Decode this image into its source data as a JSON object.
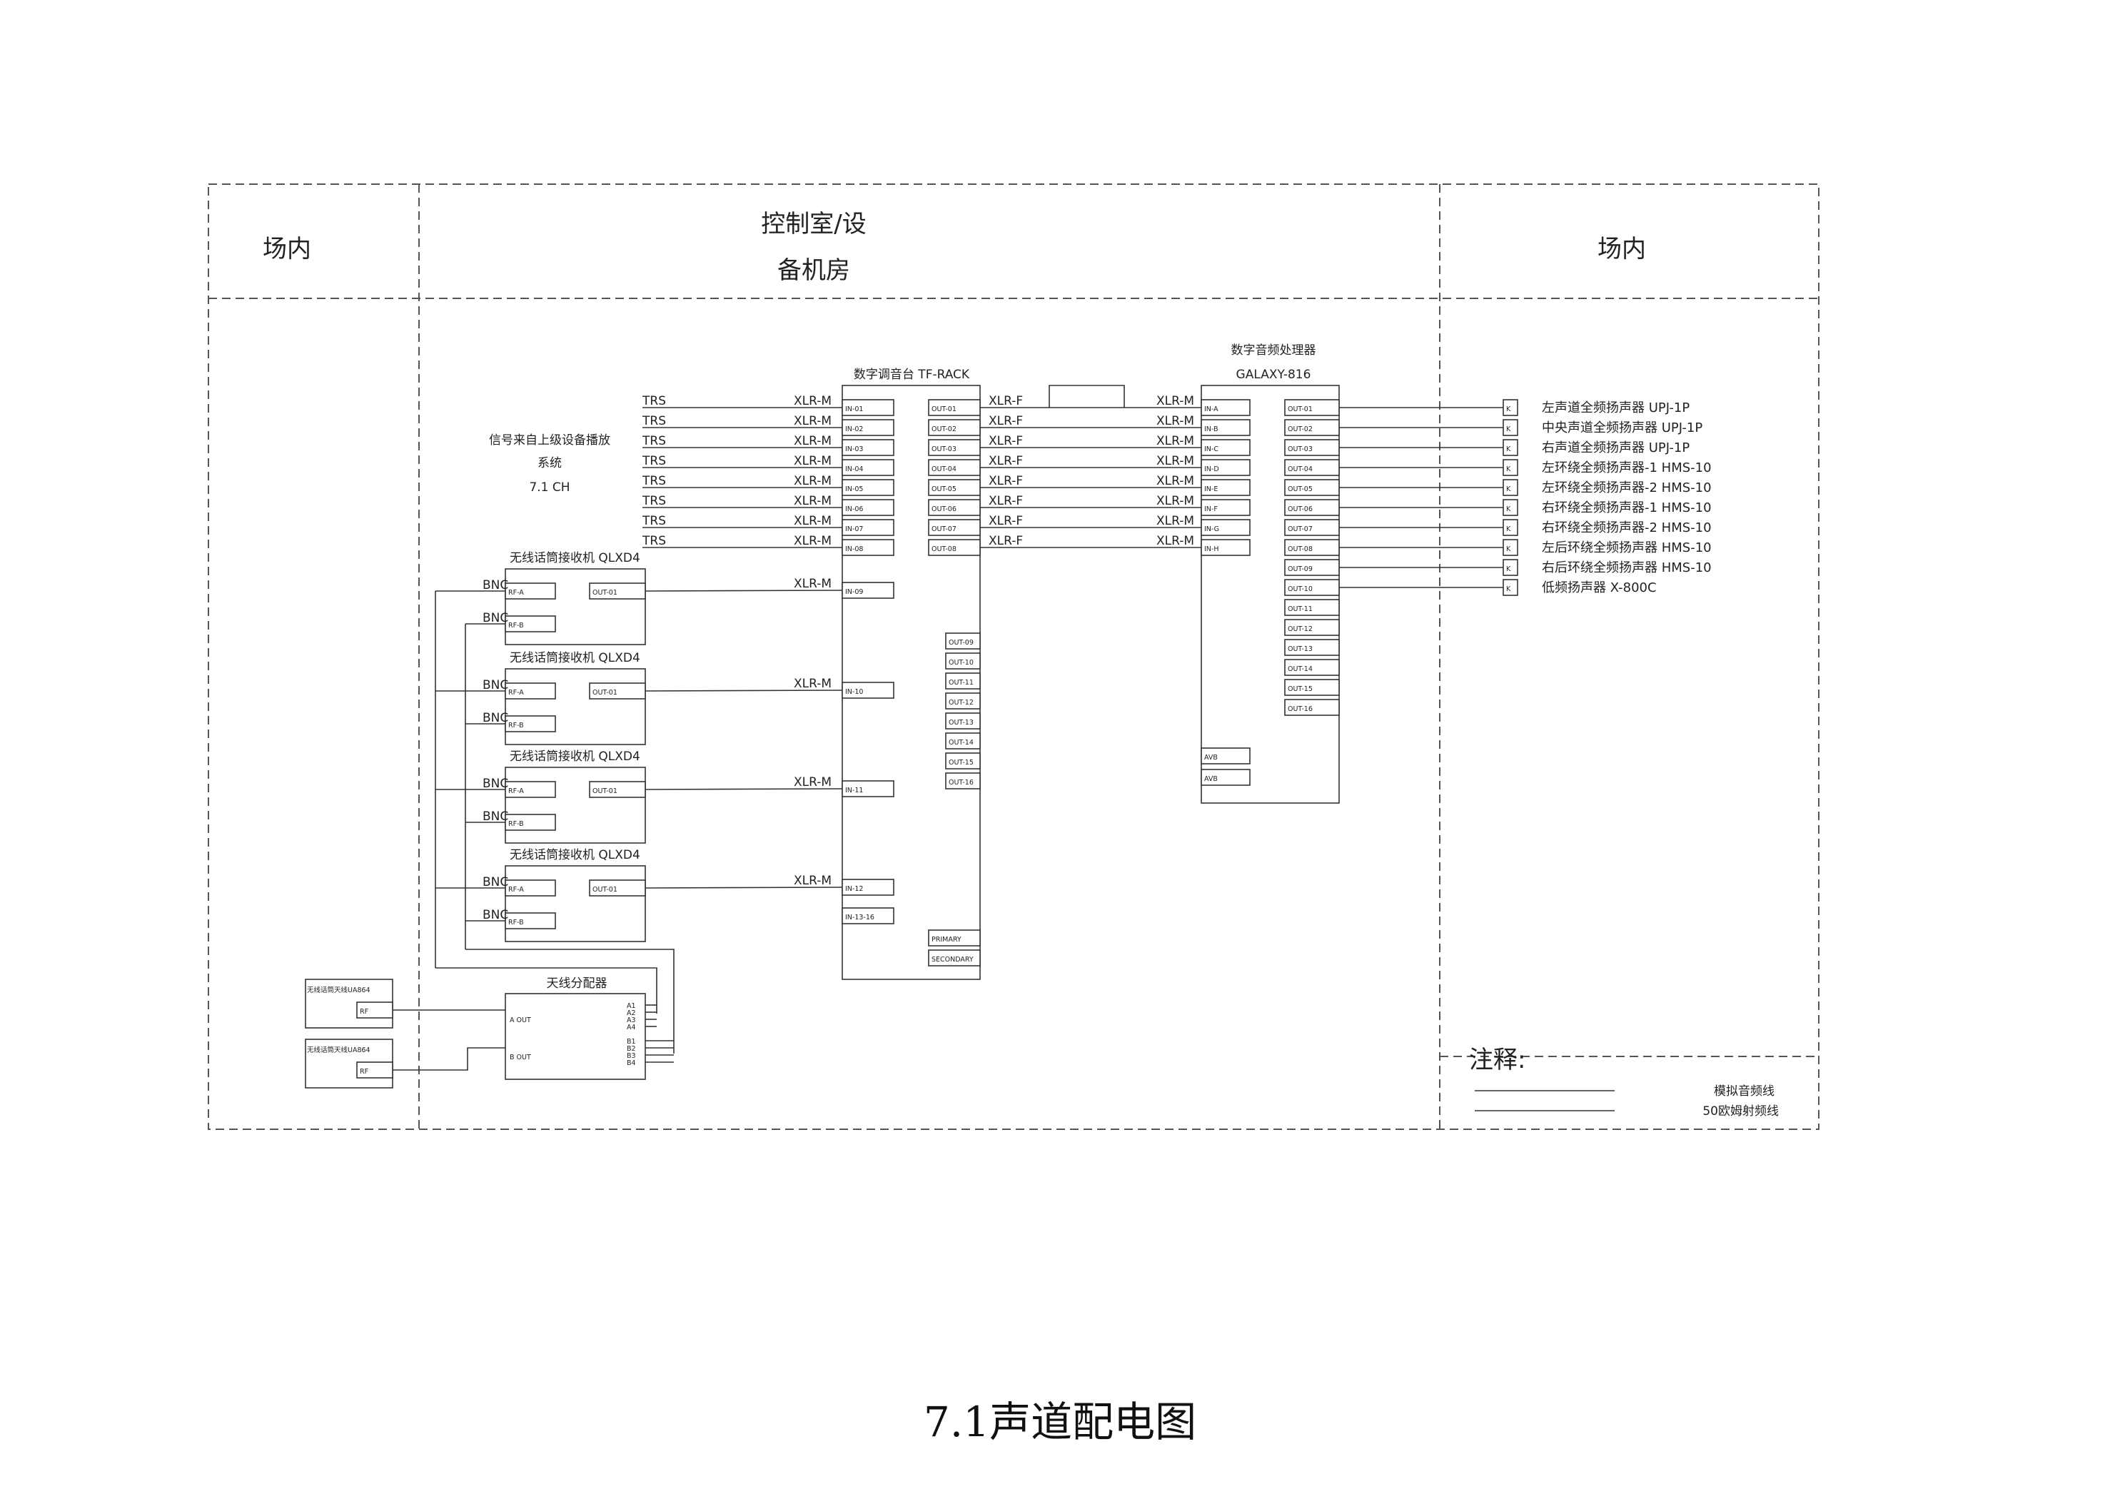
{
  "zones": {
    "left": "场内",
    "center_line1": "控制室/设",
    "center_line2": "备机房",
    "right": "场内"
  },
  "source": {
    "line1": "信号来自上级设备播放",
    "line2": "系统",
    "line3": "7.1 CH"
  },
  "mixer": {
    "title": "数字调音台 TF-RACK",
    "inputs_top": [
      "IN-01",
      "IN-02",
      "IN-03",
      "IN-04",
      "IN-05",
      "IN-06",
      "IN-07",
      "IN-08"
    ],
    "in_mic": [
      "IN-09",
      "IN-10",
      "IN-11",
      "IN-12",
      "IN-13-16"
    ],
    "outputs_top": [
      "OUT-01",
      "OUT-02",
      "OUT-03",
      "OUT-04",
      "OUT-05",
      "OUT-06",
      "OUT-07",
      "OUT-08"
    ],
    "outputs_bottom": [
      "OUT-09",
      "OUT-10",
      "OUT-11",
      "OUT-12",
      "OUT-13",
      "OUT-14",
      "OUT-15",
      "OUT-16"
    ],
    "primary": "PRIMARY",
    "secondary": "SECONDARY"
  },
  "processor": {
    "title_line1": "数字音频处理器",
    "title_line2": "GALAXY-816",
    "inputs": [
      "IN-A",
      "IN-B",
      "IN-C",
      "IN-D",
      "IN-E",
      "IN-F",
      "IN-G",
      "IN-H"
    ],
    "outputs": [
      "OUT-01",
      "OUT-02",
      "OUT-03",
      "OUT-04",
      "OUT-05",
      "OUT-06",
      "OUT-07",
      "OUT-08",
      "OUT-09",
      "OUT-10",
      "OUT-11",
      "OUT-12",
      "OUT-13",
      "OUT-14",
      "OUT-15",
      "OUT-16"
    ],
    "avb": [
      "AVB",
      "AVB"
    ]
  },
  "connectors": {
    "trs": "TRS",
    "xlr_m": "XLR-M",
    "xlr_f": "XLR-F",
    "bnc": "BNC"
  },
  "receivers": {
    "title": "无线话筒接收机 QLXD4",
    "rf_a": "RF-A",
    "rf_b": "RF-B",
    "out": "OUT-01"
  },
  "antennas": {
    "label": "无线话筒天线UA864",
    "rf": "RF"
  },
  "splitter": {
    "title": "天线分配器",
    "a_out": "A OUT",
    "b_out": "B OUT",
    "a_ports": [
      "A1",
      "A2",
      "A3",
      "A4"
    ],
    "b_ports": [
      "B1",
      "B2",
      "B3",
      "B4"
    ]
  },
  "speaker_icon": "K",
  "speakers": [
    "左声道全频扬声器 UPJ-1P",
    "中央声道全频扬声器 UPJ-1P",
    "右声道全频扬声器 UPJ-1P",
    "左环绕全频扬声器-1 HMS-10",
    "左环绕全频扬声器-2 HMS-10",
    "右环绕全频扬声器-1 HMS-10",
    "右环绕全频扬声器-2 HMS-10",
    "左后环绕全频扬声器 HMS-10",
    "右后环绕全频扬声器 HMS-10",
    "低频扬声器 X-800C"
  ],
  "legend": {
    "title": "注释:",
    "items": [
      "模拟音频线",
      "50欧姆射频线"
    ]
  },
  "caption": "7.1声道配电图"
}
